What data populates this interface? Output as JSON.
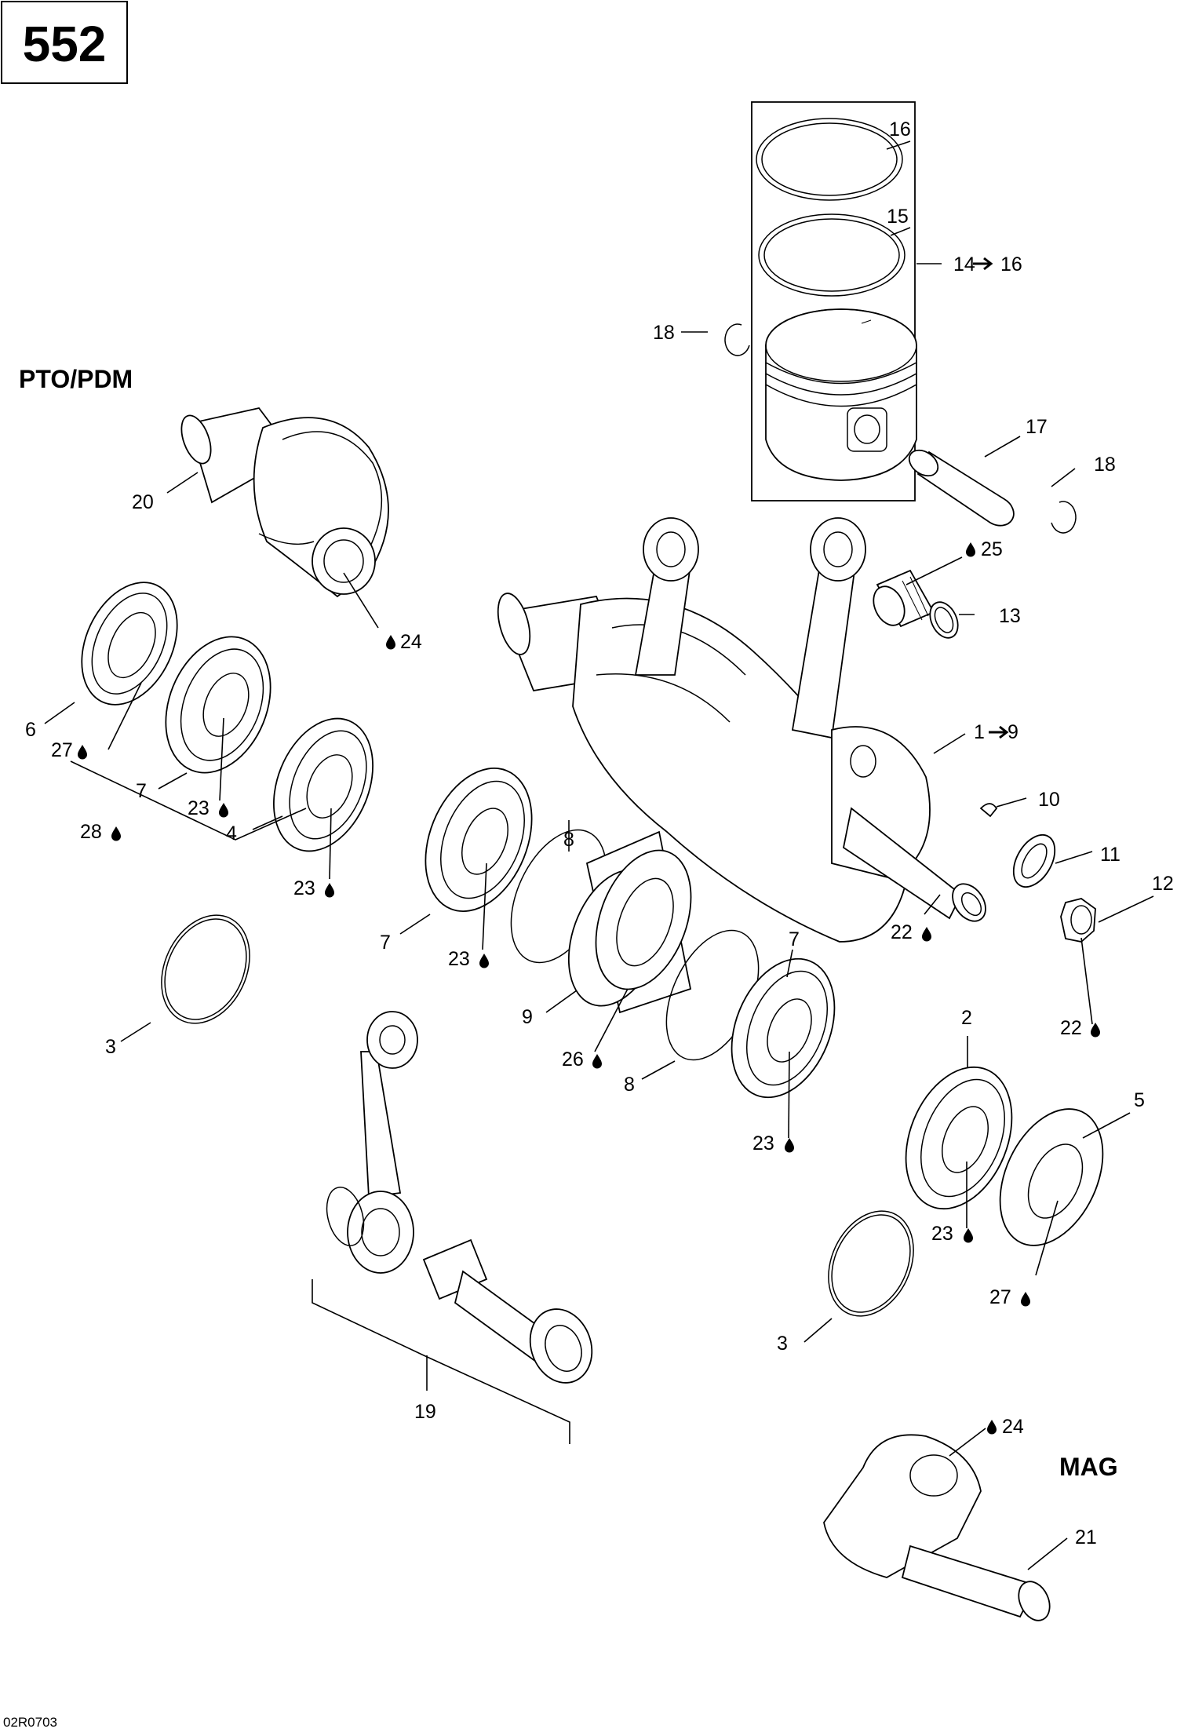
{
  "page_number": "552",
  "drawing_code": "02R0703",
  "sections": {
    "pto": "PTO/PDM",
    "mag": "MAG"
  },
  "symbols": {
    "lubricant_icon": "oil-drop-icon",
    "range_icon": "arrow-right-icon"
  },
  "callouts": {
    "c16": "16",
    "c15": "15",
    "c14": "14",
    "c14_to": "16",
    "c18a": "18",
    "c17": "17",
    "c18b": "18",
    "c20": "20",
    "c25": "25",
    "c13": "13",
    "c24a": "24",
    "c6": "6",
    "c27a": "27",
    "c1": "1",
    "c1_to": "9",
    "c7a": "7",
    "c23a": "23",
    "c8a": "8",
    "c10": "10",
    "c28": "28",
    "c4": "4",
    "c11": "11",
    "c12": "12",
    "c23b": "23",
    "c7b": "7",
    "c23c": "23",
    "c22a": "22",
    "c7c": "7",
    "c22b": "22",
    "c9": "9",
    "c2": "2",
    "c3a": "3",
    "c26": "26",
    "c8b": "8",
    "c5": "5",
    "c23d": "23",
    "c23e": "23",
    "c27b": "27",
    "c3b": "3",
    "c19": "19",
    "c24b": "24",
    "c21": "21"
  }
}
